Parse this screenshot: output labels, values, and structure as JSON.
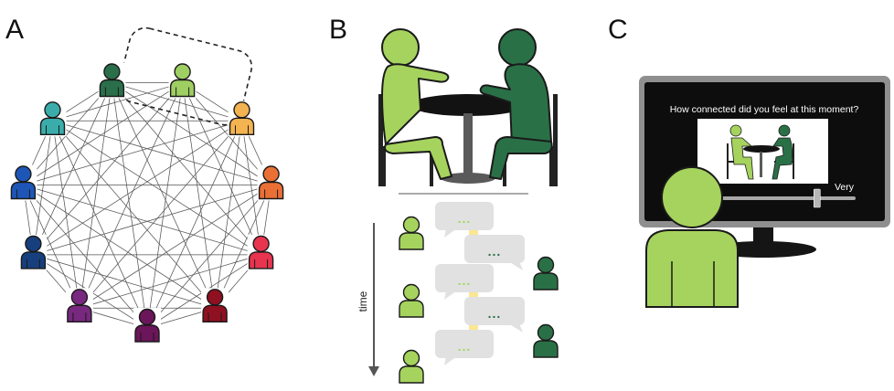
{
  "panels": {
    "a": {
      "label": "A"
    },
    "b": {
      "label": "B",
      "time_label": "time",
      "bubble_text": "..."
    },
    "c": {
      "label": "C",
      "question": "How connected did you feel at this moment?",
      "slider_label": "Very",
      "slider_value": 0.76
    }
  },
  "colors": {
    "light_green": "#a6d35e",
    "dark_green": "#2a7047",
    "network": [
      "#2a6e4a",
      "#9fce63",
      "#f2b350",
      "#ea6f35",
      "#e8344f",
      "#8f1020",
      "#6b155a",
      "#78287f",
      "#173f7d",
      "#1e56b8",
      "#3aadab"
    ],
    "screen_frame": "#8f8f8f",
    "screen_bg": "#0d0d0d",
    "highlight": "#fbe693",
    "bubble": "#e1e1e1"
  },
  "icons": [
    "person-icon",
    "chair-icon",
    "table-icon",
    "speech-bubble-icon",
    "monitor-icon",
    "arrow-down-icon"
  ]
}
